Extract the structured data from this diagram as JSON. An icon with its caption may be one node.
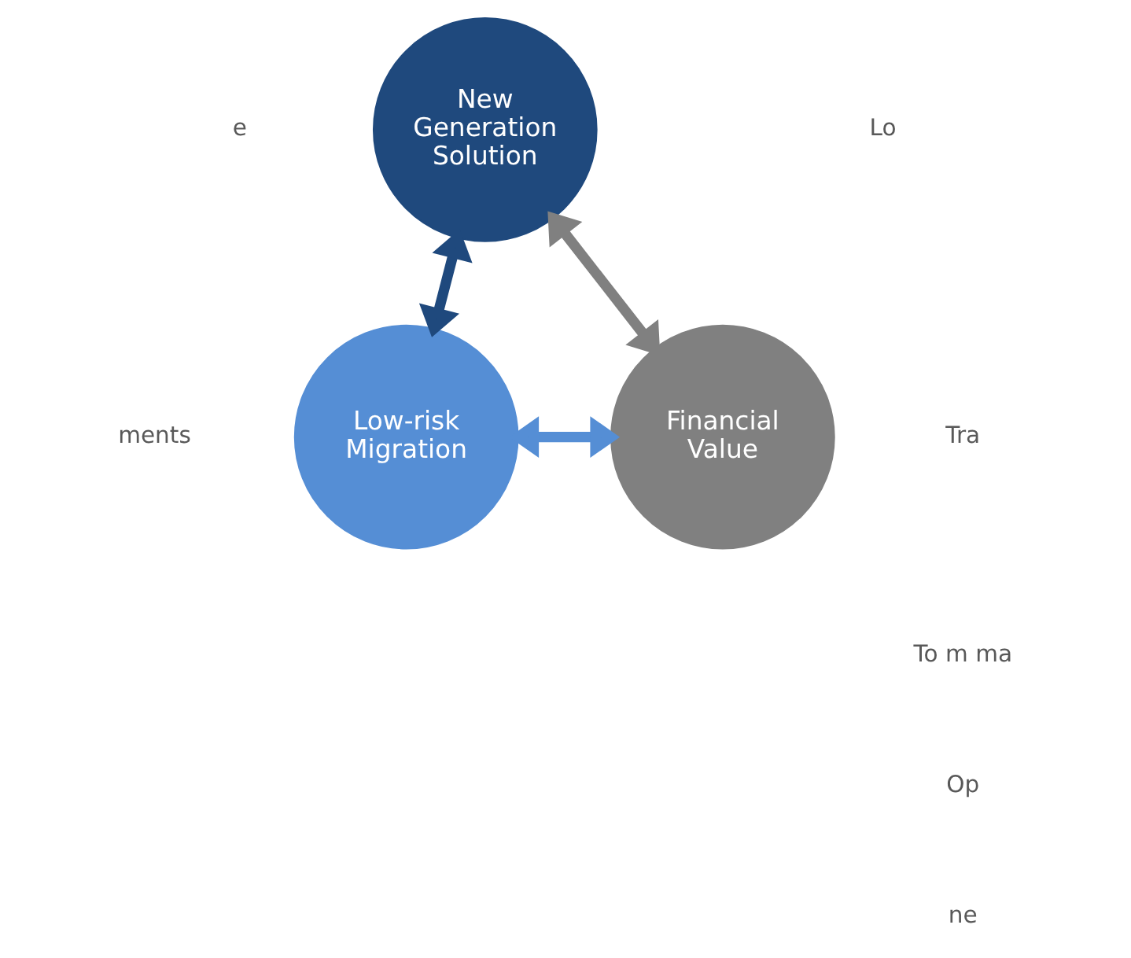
{
  "diagram": {
    "nodes": [
      {
        "text": [
          "New Generation Solution"
        ]
      },
      {
        "text": [
          "Low-risk Migration"
        ]
      },
      {
        "text": [
          "Financial Value"
        ]
      }
    ],
    "edges": [
      {
        "from": 0,
        "to": 1,
        "arrow": "both",
        "color": "#1f497d"
      },
      {
        "from": 0,
        "to": 2,
        "arrow": "both",
        "color": "#808080"
      },
      {
        "from": 1,
        "to": 2,
        "arrow": "both",
        "color": "#558ed5"
      }
    ],
    "labels": [
      "e",
      "ments",
      "Lo",
      "Tra",
      "To m ma",
      "Op",
      "ne"
    ]
  }
}
